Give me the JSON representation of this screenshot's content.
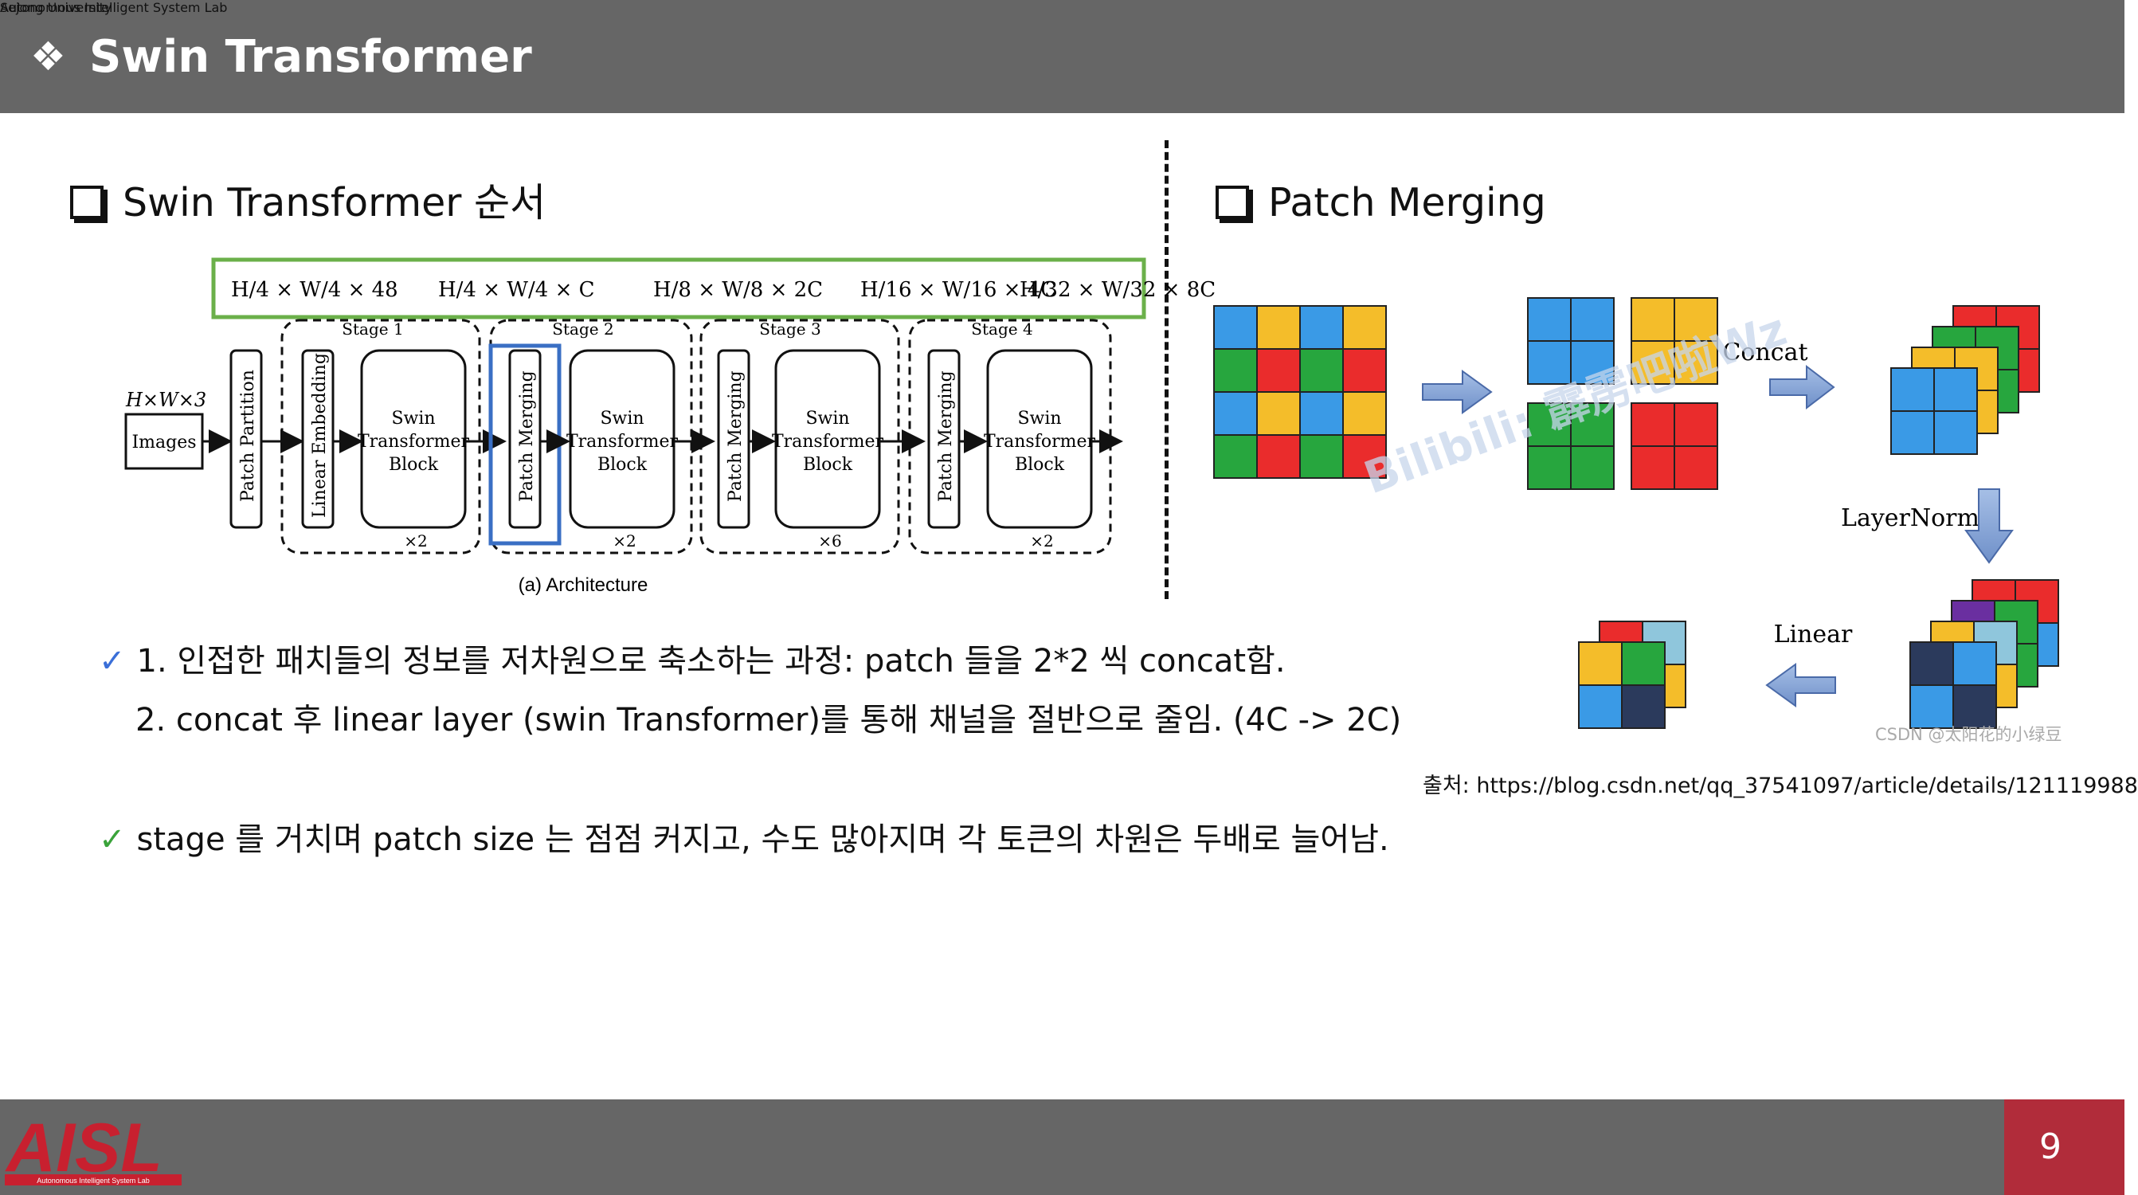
{
  "header": {
    "title": "Swin Transformer",
    "bullet_glyph": "❖"
  },
  "left_section": {
    "title": "Swin Transformer 순서"
  },
  "right_section": {
    "title": "Patch Merging"
  },
  "architecture": {
    "dims": [
      "H/4 × W/4 × 48",
      "H/4 × W/4 × C",
      "H/8 × W/8 × 2C",
      "H/16 × W/16 × 4C",
      "H/32 × W/32 × 8C"
    ],
    "input_dim": "H×W×3",
    "input_label": "Images",
    "patch_partition": "Patch Partition",
    "linear_embedding": "Linear Embedding",
    "patch_merging": "Patch Merging",
    "stages": [
      {
        "name": "Stage 1",
        "block": [
          "Swin",
          "Transformer",
          "Block"
        ],
        "repeat": "×2"
      },
      {
        "name": "Stage 2",
        "block": [
          "Swin",
          "Transformer",
          "Block"
        ],
        "repeat": "×2"
      },
      {
        "name": "Stage 3",
        "block": [
          "Swin",
          "Transformer",
          "Block"
        ],
        "repeat": "×6"
      },
      {
        "name": "Stage 4",
        "block": [
          "Swin",
          "Transformer",
          "Block"
        ],
        "repeat": "×2"
      }
    ],
    "caption": "(a) Architecture"
  },
  "patch_merging": {
    "concat_label": "Concat",
    "layernorm_label": "LayerNorm",
    "linear_label": "Linear",
    "watermark": "Bilibili: 霹雳吧啦Wz",
    "csdn_watermark": "CSDN @太阳花的小绿豆",
    "colors": {
      "blue": "#3a9ae6",
      "yellow": "#f4bd2a",
      "green": "#27a63e",
      "red": "#ea2c2c",
      "purple": "#6a2fa0",
      "navy": "#2b3a5c",
      "lightblue": "#8fc6dc",
      "arrow": "#8aa8d8"
    }
  },
  "bullets": {
    "line1": "1. 인접한 패치들의 정보를 저차원으로 축소하는 과정: patch 들을 2*2 씩 concat함.",
    "line2": "2. concat 후 linear layer (swin Transformer)를 통해 채널을 절반으로 줄임. (4C -> 2C)",
    "line3": "stage 를 거치며 patch size 는 점점 커지고, 수도 많아지며 각 토큰의 차원은 두배로 늘어남.",
    "check": "✓"
  },
  "source": "출처: https://blog.csdn.net/qq_37541097/article/details/121119988",
  "footer": {
    "lab_name": "Autonomous Intelligent System Lab",
    "university": "Sejong University",
    "logo": "AISL",
    "logo_sub": "Autonomous Intelligent System Lab",
    "page_number": "9"
  }
}
